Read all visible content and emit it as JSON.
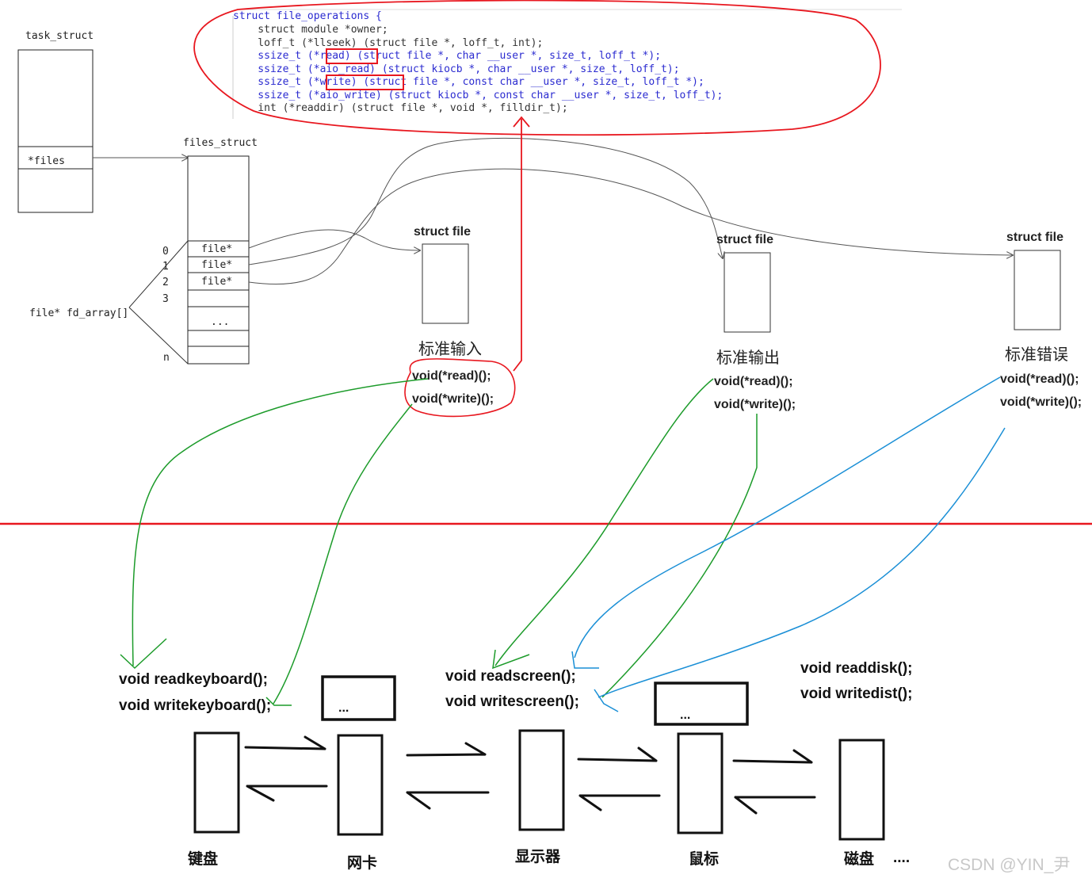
{
  "code": {
    "lines": [
      "struct file_operations {",
      "    struct module *owner;",
      "    loff_t (*llseek) (struct file *, loff_t, int);",
      "    ssize_t (*read) (struct file *, char __user *, size_t, loff_t *);",
      "    ssize_t (*aio_read) (struct kiocb *, char __user *, size_t, loff_t);",
      "    ssize_t (*write) (struct file *, const char __user *, size_t, loff_t *);",
      "    ssize_t (*aio_write) (struct kiocb *, const char __user *, size_t, loff_t);",
      "    int (*readdir) (struct file *, void *, filldir_t);"
    ]
  },
  "task_struct": {
    "title": "task_struct",
    "files_field": "*files"
  },
  "files_struct": {
    "title": "files_struct",
    "slot0": "file*",
    "slot1": "file*",
    "slot2": "file*",
    "ellipsis": "..."
  },
  "fd_array": {
    "label": "file* fd_array[]",
    "idx0": "0",
    "idx1": "1",
    "idx2": "2",
    "idx3": "3",
    "idxn": "n"
  },
  "files": {
    "stdin": {
      "title": "struct file",
      "name": "标准输入",
      "read": "void(*read)();",
      "write": "void(*write)();"
    },
    "stdout": {
      "title": "struct file",
      "name": "标准输出",
      "read": "void(*read)();",
      "write": "void(*write)();"
    },
    "stderr": {
      "title": "struct file",
      "name": "标准错误",
      "read": "void(*read)();",
      "write": "void(*write)();"
    }
  },
  "devices": {
    "keyboard": {
      "name": "键盘",
      "read": "void readkeyboard();",
      "write": "void writekeyboard();"
    },
    "nic": {
      "name": "网卡",
      "box": "..."
    },
    "display": {
      "name": "显示器",
      "read": "void readscreen();",
      "write": "void writescreen();"
    },
    "mouse": {
      "name": "鼠标",
      "box": "..."
    },
    "disk": {
      "name": "磁盘",
      "read": "void readdisk();",
      "write": "void writedist();"
    },
    "more": "...."
  },
  "watermark": "CSDN @YIN_尹",
  "colors": {
    "red": "#e8171f",
    "green": "#1c9b2a",
    "blue": "#1a8fd6",
    "gray": "#555555"
  }
}
